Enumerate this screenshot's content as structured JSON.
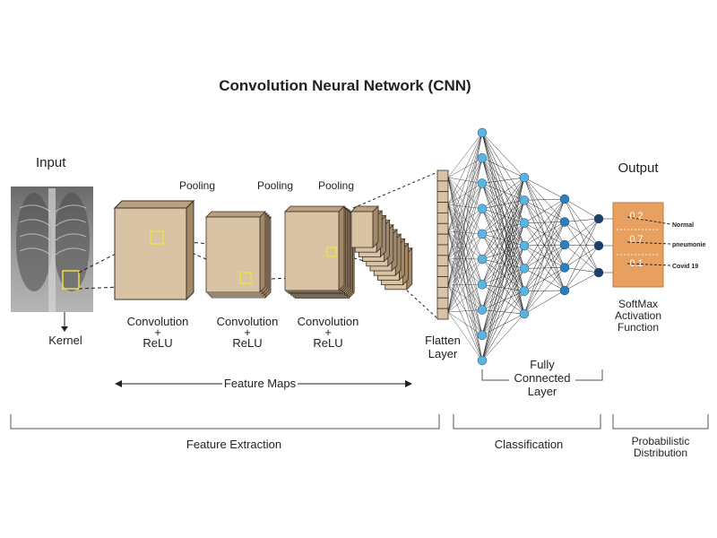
{
  "title": "Convolution Neural Network (CNN)",
  "input": {
    "label": "Input",
    "kernel_label": "Kernel"
  },
  "pooling_labels": [
    "Pooling",
    "Pooling",
    "Pooling"
  ],
  "conv_blocks": [
    {
      "line1": "Convolution",
      "line2": "+",
      "line3": "ReLU"
    },
    {
      "line1": "Convolution",
      "line2": "+",
      "line3": "ReLU"
    },
    {
      "line1": "Convolution",
      "line2": "+",
      "line3": "ReLU"
    }
  ],
  "feature_maps_label": "Feature Maps",
  "flatten": {
    "line1": "Flatten",
    "line2": "Layer"
  },
  "fully_connected": {
    "line1": "Fully",
    "line2": "Connected",
    "line3": "Layer"
  },
  "output": {
    "label": "Output",
    "values": [
      "0.2",
      "0.7",
      "0.1"
    ],
    "classes": [
      "Normal",
      "pneumonie",
      "Covid 19"
    ],
    "softmax": {
      "line1": "SoftMax",
      "line2": "Activation",
      "line3": "Function"
    }
  },
  "sections": {
    "feature_extraction": "Feature Extraction",
    "classification": "Classification",
    "probabilistic": {
      "line1": "Probabilistic",
      "line2": "Distribution"
    }
  },
  "network": {
    "layer_sizes": [
      10,
      7,
      5,
      3
    ]
  },
  "colors": {
    "feature_map_fill": "#d8c3a5",
    "feature_map_stroke": "#3a2f26",
    "kernel": "#f0e040",
    "node_light": "#5ab4e0",
    "node_mid": "#2a7fc0",
    "node_dark": "#1e3f6a",
    "flatten_fill": "#d8c3a5",
    "output_box": "#e8a060",
    "lines": "#222222"
  }
}
